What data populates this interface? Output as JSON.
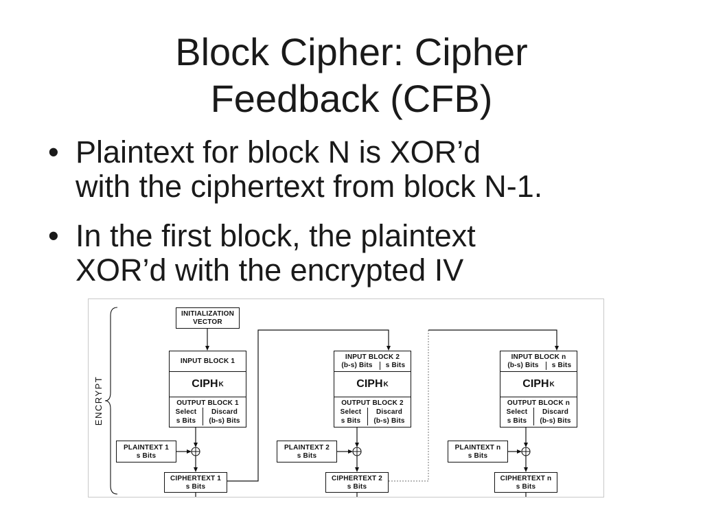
{
  "slide": {
    "title_lines": [
      "Block Cipher: Cipher",
      "Feedback (CFB)"
    ],
    "bullet_symbol": "•",
    "bullets": [
      {
        "lines": [
          "Plaintext for block N is XOR’d",
          "with the ciphertext from block N-1."
        ]
      },
      {
        "lines": [
          "In the first block, the plaintext",
          "XOR’d with the encrypted IV"
        ]
      }
    ]
  },
  "diagram": {
    "mode_label": "ENCRYPT",
    "iv_lines": [
      "INITIALIZATION",
      "VECTOR"
    ],
    "cipher_label": "CIPH",
    "cipher_subscript": "K",
    "stages": [
      {
        "input_label": "INPUT BLOCK 1",
        "output_label": "OUTPUT BLOCK 1",
        "select_label": "Select",
        "discard_label": "Discard",
        "select_bits": "s Bits",
        "discard_bits": "(b-s) Bits",
        "plaintext_label": "PLAINTEXT 1",
        "plaintext_bits": "s Bits",
        "ciphertext_label": "CIPHERTEXT 1",
        "ciphertext_bits": "s Bits"
      },
      {
        "input_label": "INPUT BLOCK 2",
        "input_left_bits": "(b-s) Bits",
        "input_right_bits": "s Bits",
        "output_label": "OUTPUT BLOCK 2",
        "select_label": "Select",
        "discard_label": "Discard",
        "select_bits": "s Bits",
        "discard_bits": "(b-s) Bits",
        "plaintext_label": "PLAINTEXT 2",
        "plaintext_bits": "s Bits",
        "ciphertext_label": "CIPHERTEXT 2",
        "ciphertext_bits": "s Bits"
      },
      {
        "input_label": "INPUT BLOCK n",
        "input_left_bits": "(b-s) Bits",
        "input_right_bits": "s Bits",
        "output_label": "OUTPUT BLOCK n",
        "select_label": "Select",
        "discard_label": "Discard",
        "select_bits": "s Bits",
        "discard_bits": "(b-s) Bits",
        "plaintext_label": "PLAINTEXT n",
        "plaintext_bits": "s Bits",
        "ciphertext_label": "CIPHERTEXT n",
        "ciphertext_bits": "s Bits"
      }
    ]
  },
  "colors": {
    "text": "#1a1a1a",
    "diagram_line": "#111111",
    "dotted_line": "#8c8c8c",
    "frame_border": "#c8c8c8"
  }
}
